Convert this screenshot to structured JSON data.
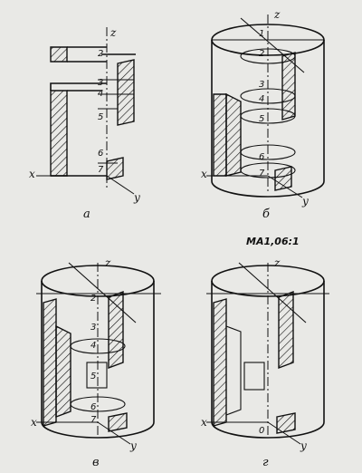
{
  "axes": {
    "x": "x",
    "y": "y",
    "z": "z"
  },
  "scale_note": "MA1,06:1",
  "panels": [
    {
      "caption": "а",
      "section_numbers": [
        "2",
        "3",
        "4",
        "5",
        "6",
        "7"
      ]
    },
    {
      "caption": "б",
      "section_numbers": [
        "1",
        "2",
        "3",
        "4",
        "5",
        "6",
        "7"
      ]
    },
    {
      "caption": "в",
      "section_numbers": [
        "2",
        "3",
        "4",
        "5",
        "6",
        "7"
      ]
    },
    {
      "caption": "г",
      "section_numbers": [
        "0"
      ]
    }
  ]
}
